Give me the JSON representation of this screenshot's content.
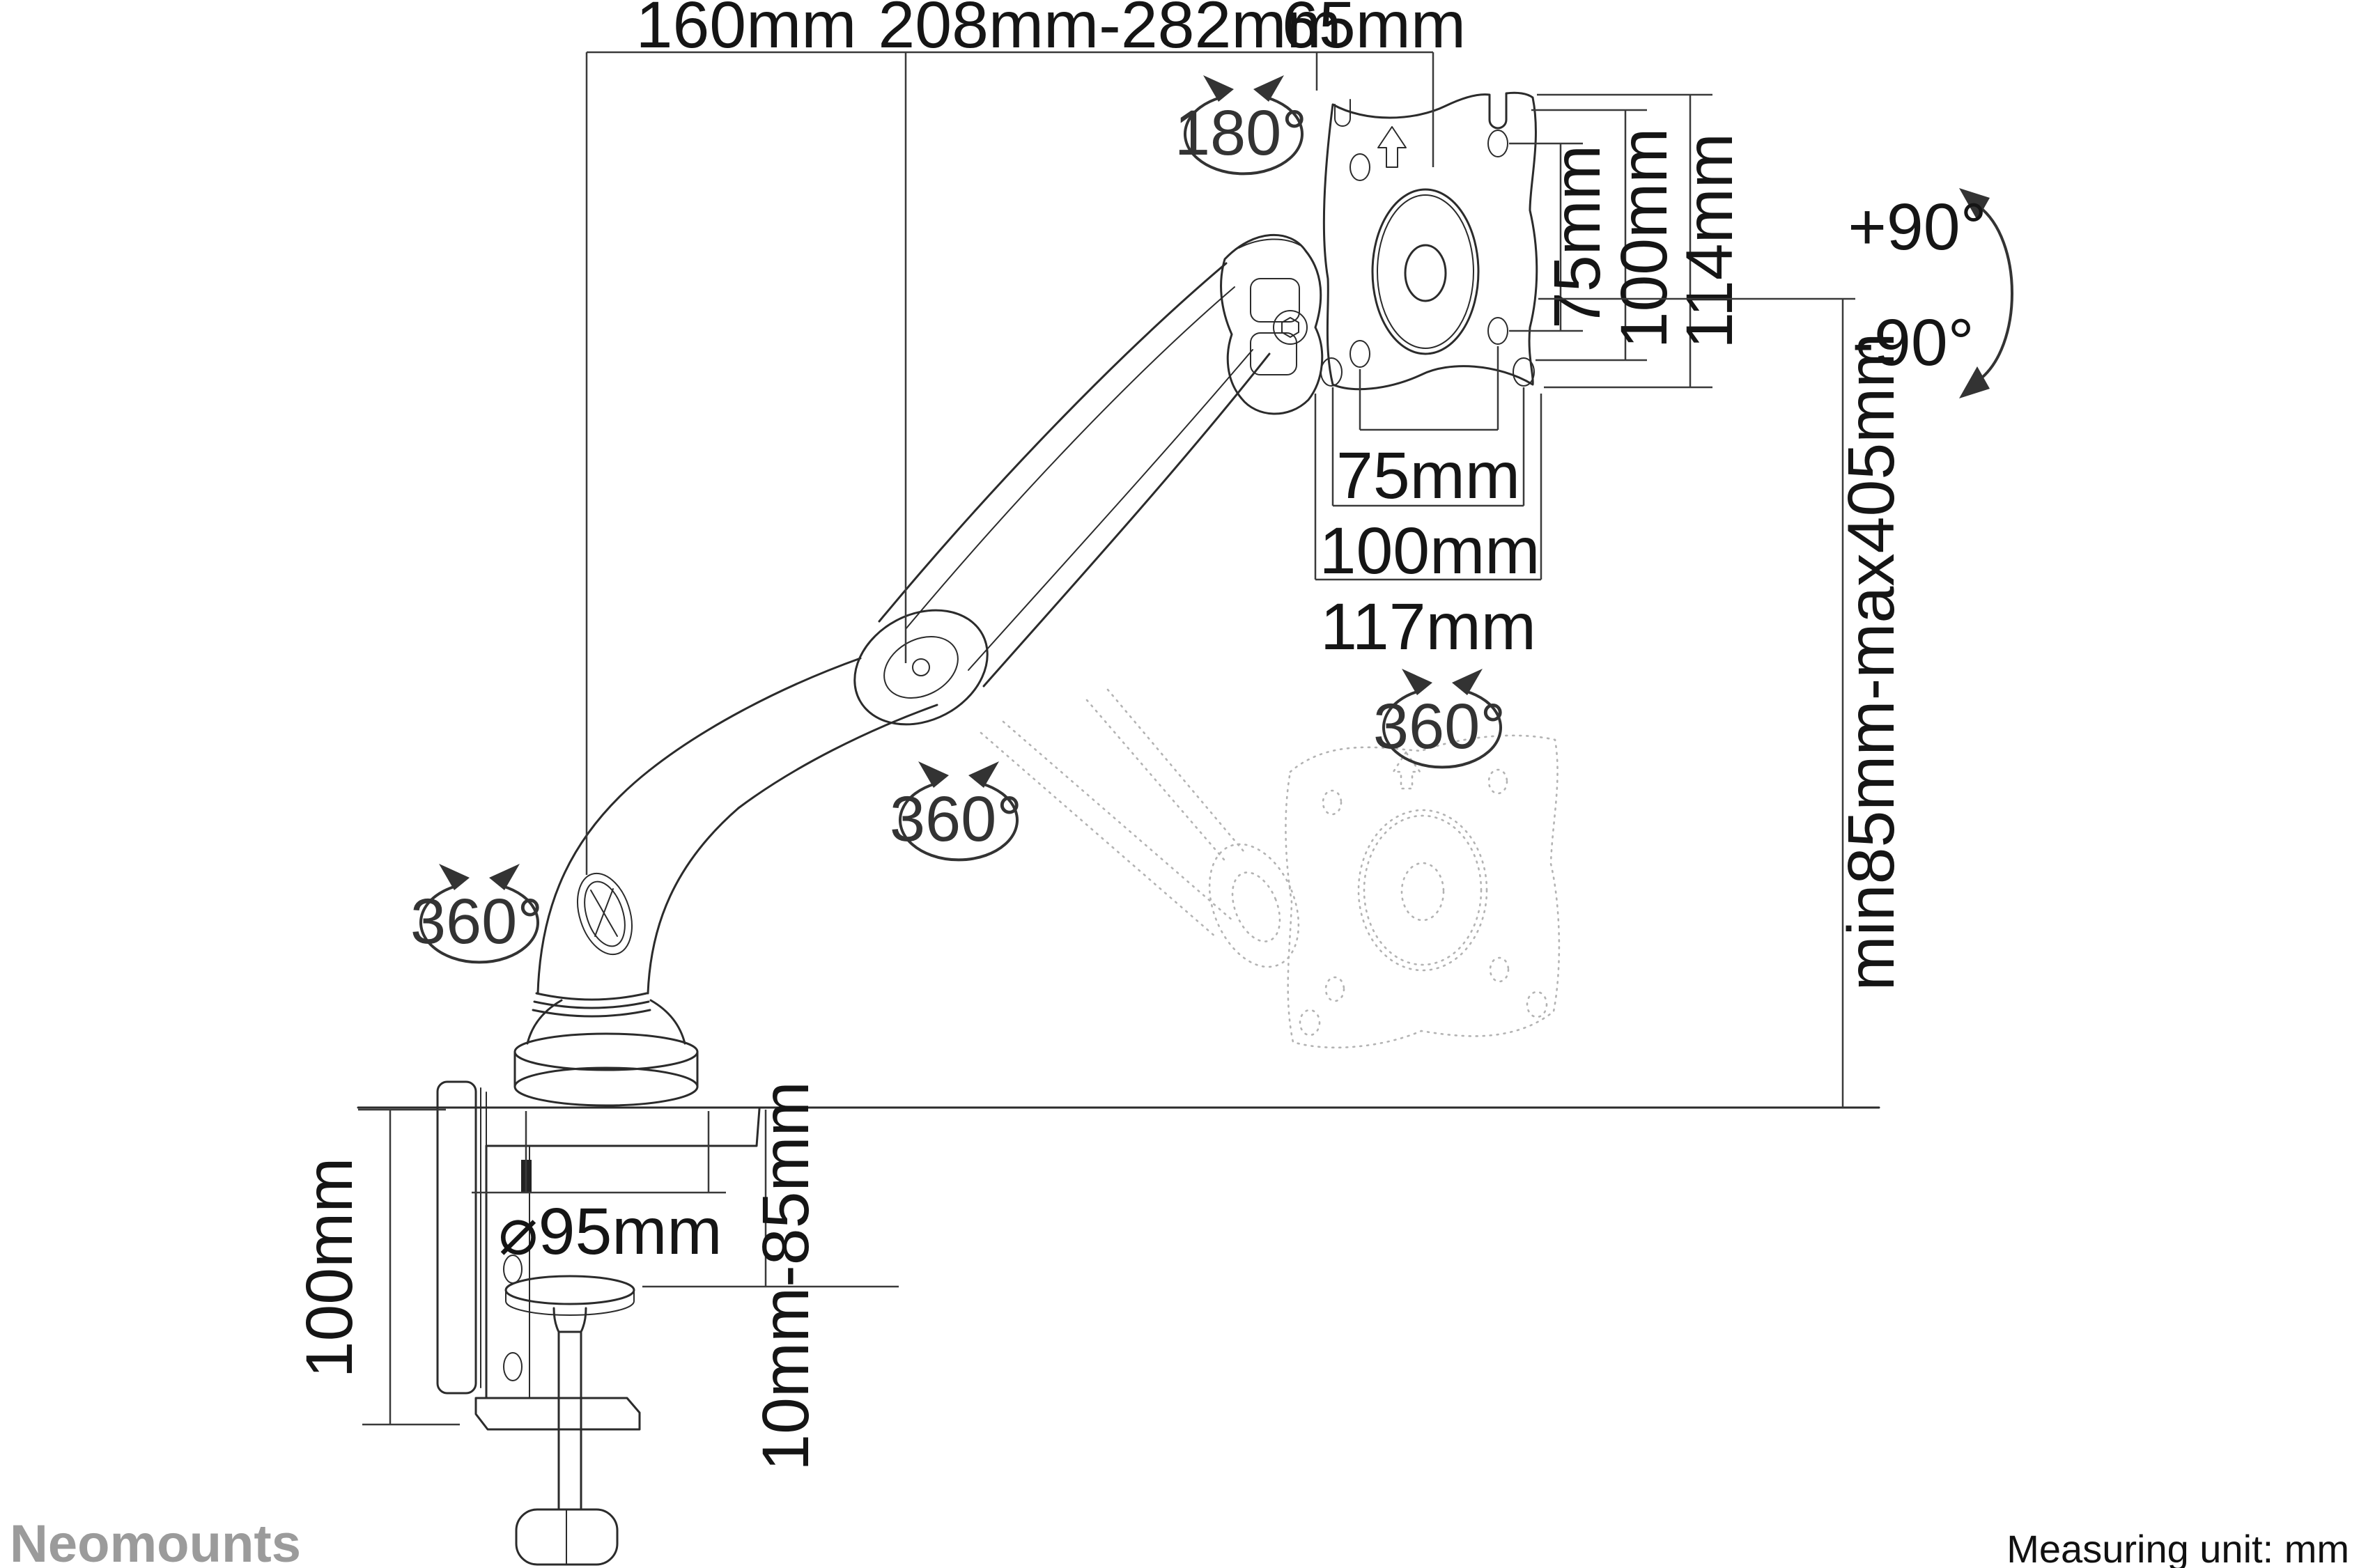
{
  "product_diagram": {
    "brand": "Neomounts",
    "measuring_unit": "Measuring unit: mm",
    "dimensions": {
      "top_rear_offset": "160mm",
      "arm_extension": "208mm-282mm",
      "vesa_head_depth": "65mm",
      "vesa_vertical_hole_75": "75mm",
      "vesa_vertical_hole_100": "100mm",
      "vesa_plate_height": "114mm",
      "vesa_horizontal_hole_75": "75mm",
      "vesa_horizontal_hole_100": "100mm",
      "vesa_plate_width": "117mm",
      "height_range": "min85mm-max405mm",
      "clamp_below_desk": "100mm",
      "base_diameter": "⌀95mm",
      "desk_thickness_range": "10mm-85mm"
    },
    "rotations": {
      "head_swivel": "180°",
      "tilt_up": "+90°",
      "tilt_down": "-90°",
      "vesa_rotation": "360°",
      "arm_swivel": "360°",
      "base_swivel": "360°"
    }
  }
}
